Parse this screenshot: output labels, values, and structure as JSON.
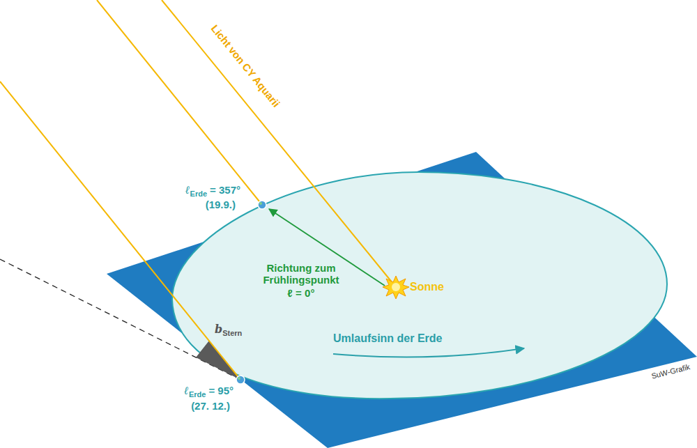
{
  "diagram": {
    "labels": [
      "Licht von CY Aquarii",
      "ℓ",
      "Erde",
      "= 357°",
      "(19.9.)",
      "Richtung zum Frühlingspunkt",
      "ℓ = 0°",
      "Sonne",
      "b",
      "Stern",
      "ℓ",
      "Erde",
      "= 95°",
      "(27. 12.)",
      "Umlaufsinn der Erde",
      "SuW-Grafik"
    ]
  }
}
